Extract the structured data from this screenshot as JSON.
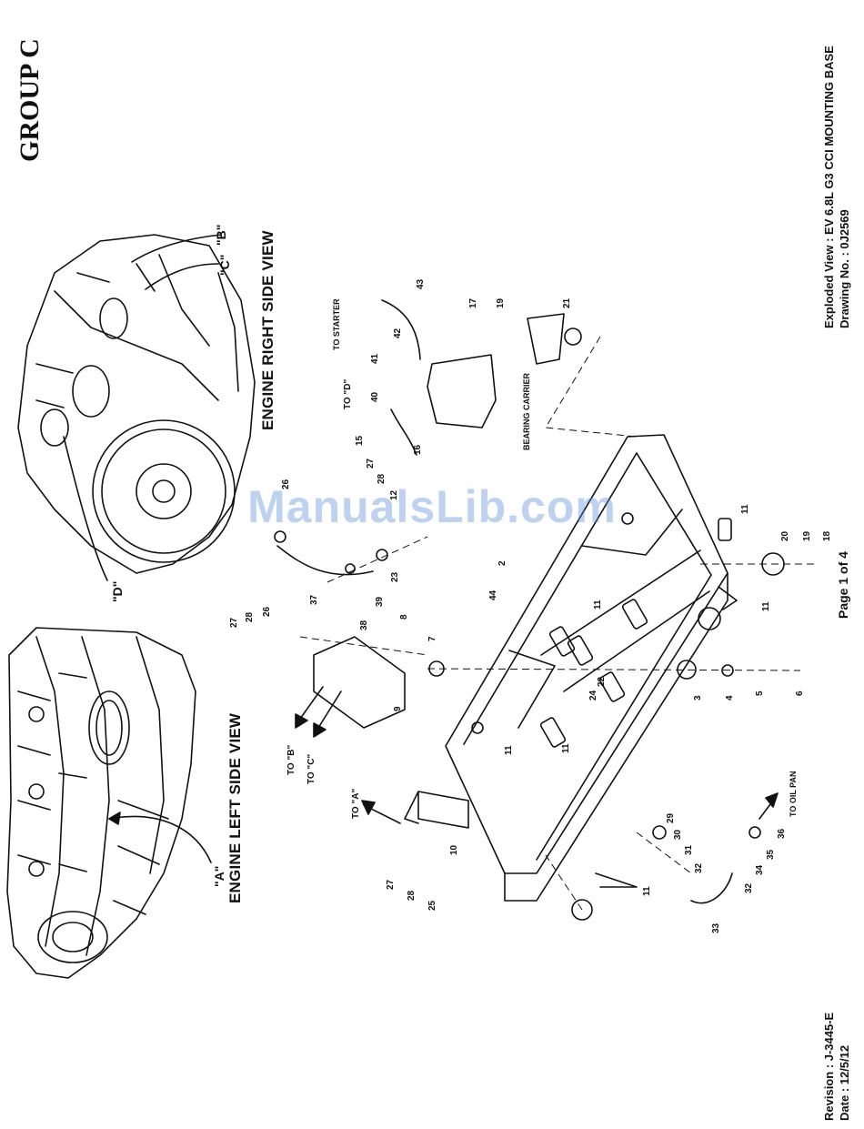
{
  "header": {
    "group": "GROUP C"
  },
  "title_block": {
    "exploded_view": "Exploded View : EV 6.8L G3 CCI MOUNTING BASE",
    "drawing_no": "Drawing No. : 0J2569",
    "revision": "Revision : J-3445-E",
    "date": "Date : 12/5/12",
    "page": "Page 1 of 4"
  },
  "views": {
    "left": "ENGINE LEFT SIDE VIEW",
    "right": "ENGINE RIGHT SIDE VIEW"
  },
  "detail_markers": {
    "a": "\"A\"",
    "b": "\"B\"",
    "c": "\"C\"",
    "d": "\"D\""
  },
  "callouts": {
    "to_a": "TO \"A\"",
    "to_b": "TO \"B\"",
    "to_c": "TO \"C\"",
    "to_d": "TO \"D\"",
    "to_starter": "TO STARTER",
    "to_oil_pan": "TO OIL PAN",
    "bearing_carrier": "BEARING CARRIER"
  },
  "part_numbers": {
    "p2": "2",
    "p3": "3",
    "p4": "4",
    "p5": "5",
    "p6": "6",
    "p7": "7",
    "p8": "8",
    "p9": "9",
    "p10": "10",
    "p11": "11",
    "p12": "12",
    "p15": "15",
    "p16": "16",
    "p17": "17",
    "p18": "18",
    "p19": "19",
    "p20": "20",
    "p21": "21",
    "p22": "22",
    "p23": "23",
    "p24": "24",
    "p25": "25",
    "p26": "26",
    "p27": "27",
    "p28": "28",
    "p29": "29",
    "p30": "30",
    "p31": "31",
    "p32": "32",
    "p33": "33",
    "p34": "34",
    "p35": "35",
    "p36": "36",
    "p37": "37",
    "p38": "38",
    "p39": "39",
    "p40": "40",
    "p41": "41",
    "p42": "42",
    "p43": "43",
    "p44": "44"
  },
  "watermark": "ManualsLib.com"
}
